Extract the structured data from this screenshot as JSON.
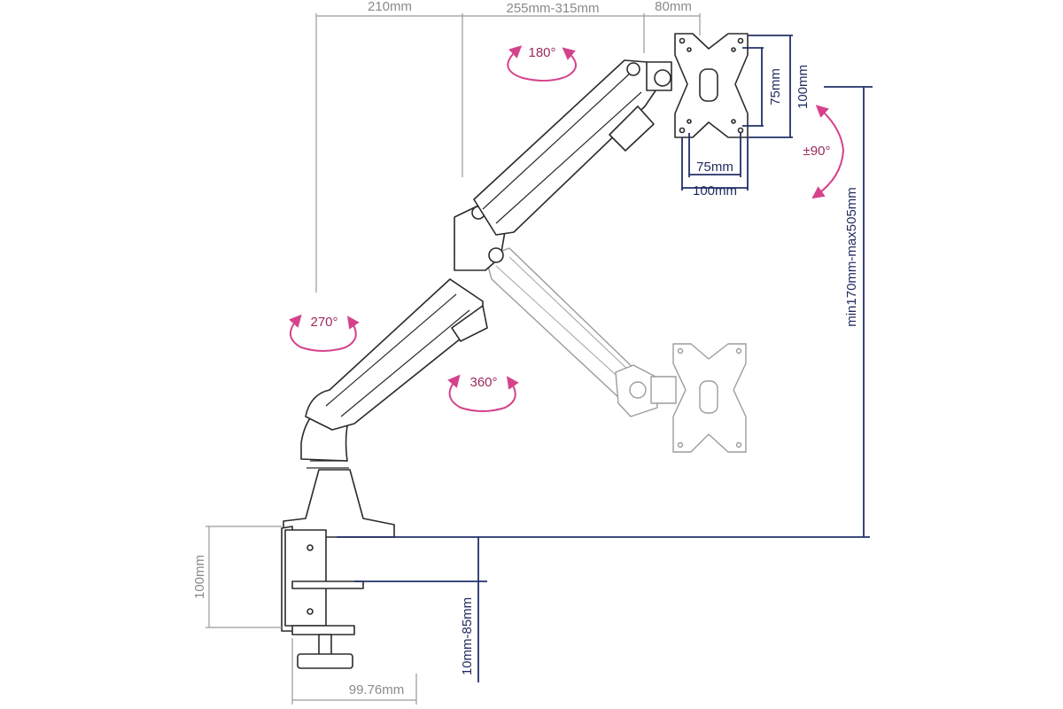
{
  "dimensions": {
    "top_left_span": "210mm",
    "top_middle_span": "255mm-315mm",
    "top_right_span": "80mm",
    "vesa_vertical_inner": "75mm",
    "vesa_vertical_outer": "100mm",
    "vesa_horizontal_inner": "75mm",
    "vesa_horizontal_outer": "100mm",
    "height_range": "min170mm-max505mm",
    "clamp_height": "100mm",
    "desk_thickness": "10mm-85mm",
    "clamp_depth": "99.76mm"
  },
  "rotations": {
    "arm_tilt": "180°",
    "screen_tilt": "±90°",
    "base_swivel": "270°",
    "lower_swivel": "360°"
  },
  "colors": {
    "dimension_gray": "#9a9a9a",
    "dimension_navy": "#23306a",
    "rotation_pink": "#d5428b",
    "outline": "#2b2b2b"
  }
}
